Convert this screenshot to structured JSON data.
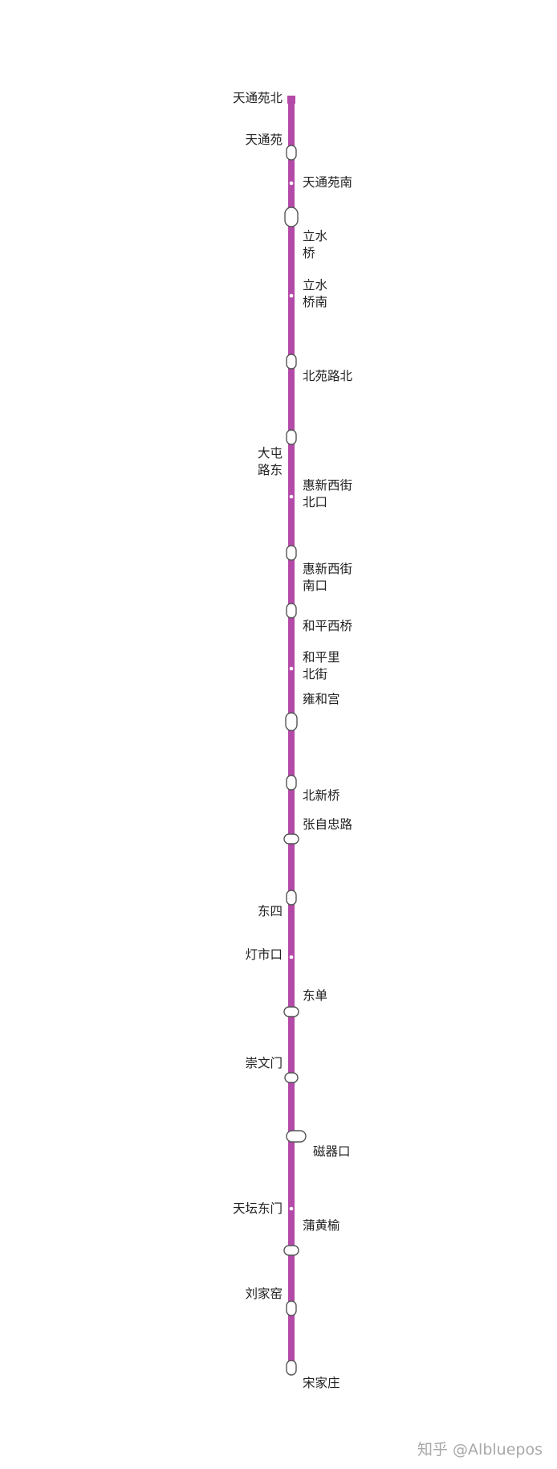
{
  "line_color": "#b44aa8",
  "stations": [
    {
      "name": "天通苑北",
      "side": "left",
      "marker": "terminus"
    },
    {
      "name": "天通苑",
      "side": "left",
      "marker": "interchange"
    },
    {
      "name": "天通苑南",
      "side": "right",
      "marker": "stop"
    },
    {
      "name": "立水\n桥",
      "side": "right",
      "marker": "interchange"
    },
    {
      "name": "立水\n桥南",
      "side": "right",
      "marker": "stop"
    },
    {
      "name": "北苑路北",
      "side": "right",
      "marker": "interchange"
    },
    {
      "name": "大屯\n路东",
      "side": "left",
      "marker": "interchange"
    },
    {
      "name": "惠新西街\n北口",
      "side": "right",
      "marker": "stop"
    },
    {
      "name": "惠新西街\n南口",
      "side": "right",
      "marker": "interchange"
    },
    {
      "name": "和平西桥",
      "side": "right",
      "marker": "interchange"
    },
    {
      "name": "和平里\n北街",
      "side": "right",
      "marker": "stop"
    },
    {
      "name": "雍和宫",
      "side": "right",
      "marker": "interchange"
    },
    {
      "name": "北新桥",
      "side": "right",
      "marker": "interchange"
    },
    {
      "name": "张自忠路",
      "side": "right",
      "marker": "interchange"
    },
    {
      "name": "东四",
      "side": "left",
      "marker": "interchange"
    },
    {
      "name": "灯市口",
      "side": "left",
      "marker": "stop"
    },
    {
      "name": "东单",
      "side": "right",
      "marker": "interchange"
    },
    {
      "name": "崇文门",
      "side": "left",
      "marker": "interchange"
    },
    {
      "name": "磁器口",
      "side": "right",
      "marker": "interchange"
    },
    {
      "name": "天坛东门",
      "side": "left",
      "marker": "stop"
    },
    {
      "name": "蒲黄榆",
      "side": "right",
      "marker": "interchange"
    },
    {
      "name": "刘家窑",
      "side": "left",
      "marker": "interchange"
    },
    {
      "name": "宋家庄",
      "side": "right",
      "marker": "interchange"
    }
  ],
  "watermark": "知乎 @Albluepos"
}
